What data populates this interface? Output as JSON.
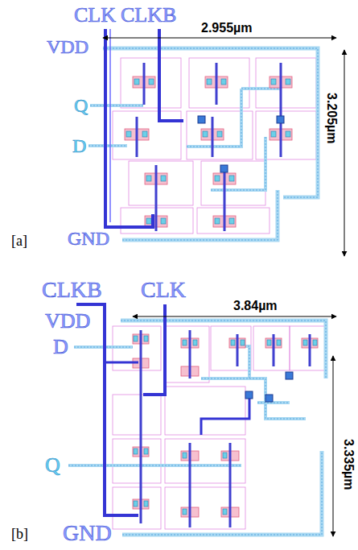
{
  "diagram": {
    "labels": [
      "CLK",
      "CLKB",
      "2.955µm",
      "VDD",
      "Q",
      "D",
      "3.205µm",
      "GND",
      "[a]",
      "CLKB",
      "CLK",
      "3.84µm",
      "VDD",
      "D",
      "3.335µm",
      "Q",
      "[b]",
      "GND"
    ]
  }
}
